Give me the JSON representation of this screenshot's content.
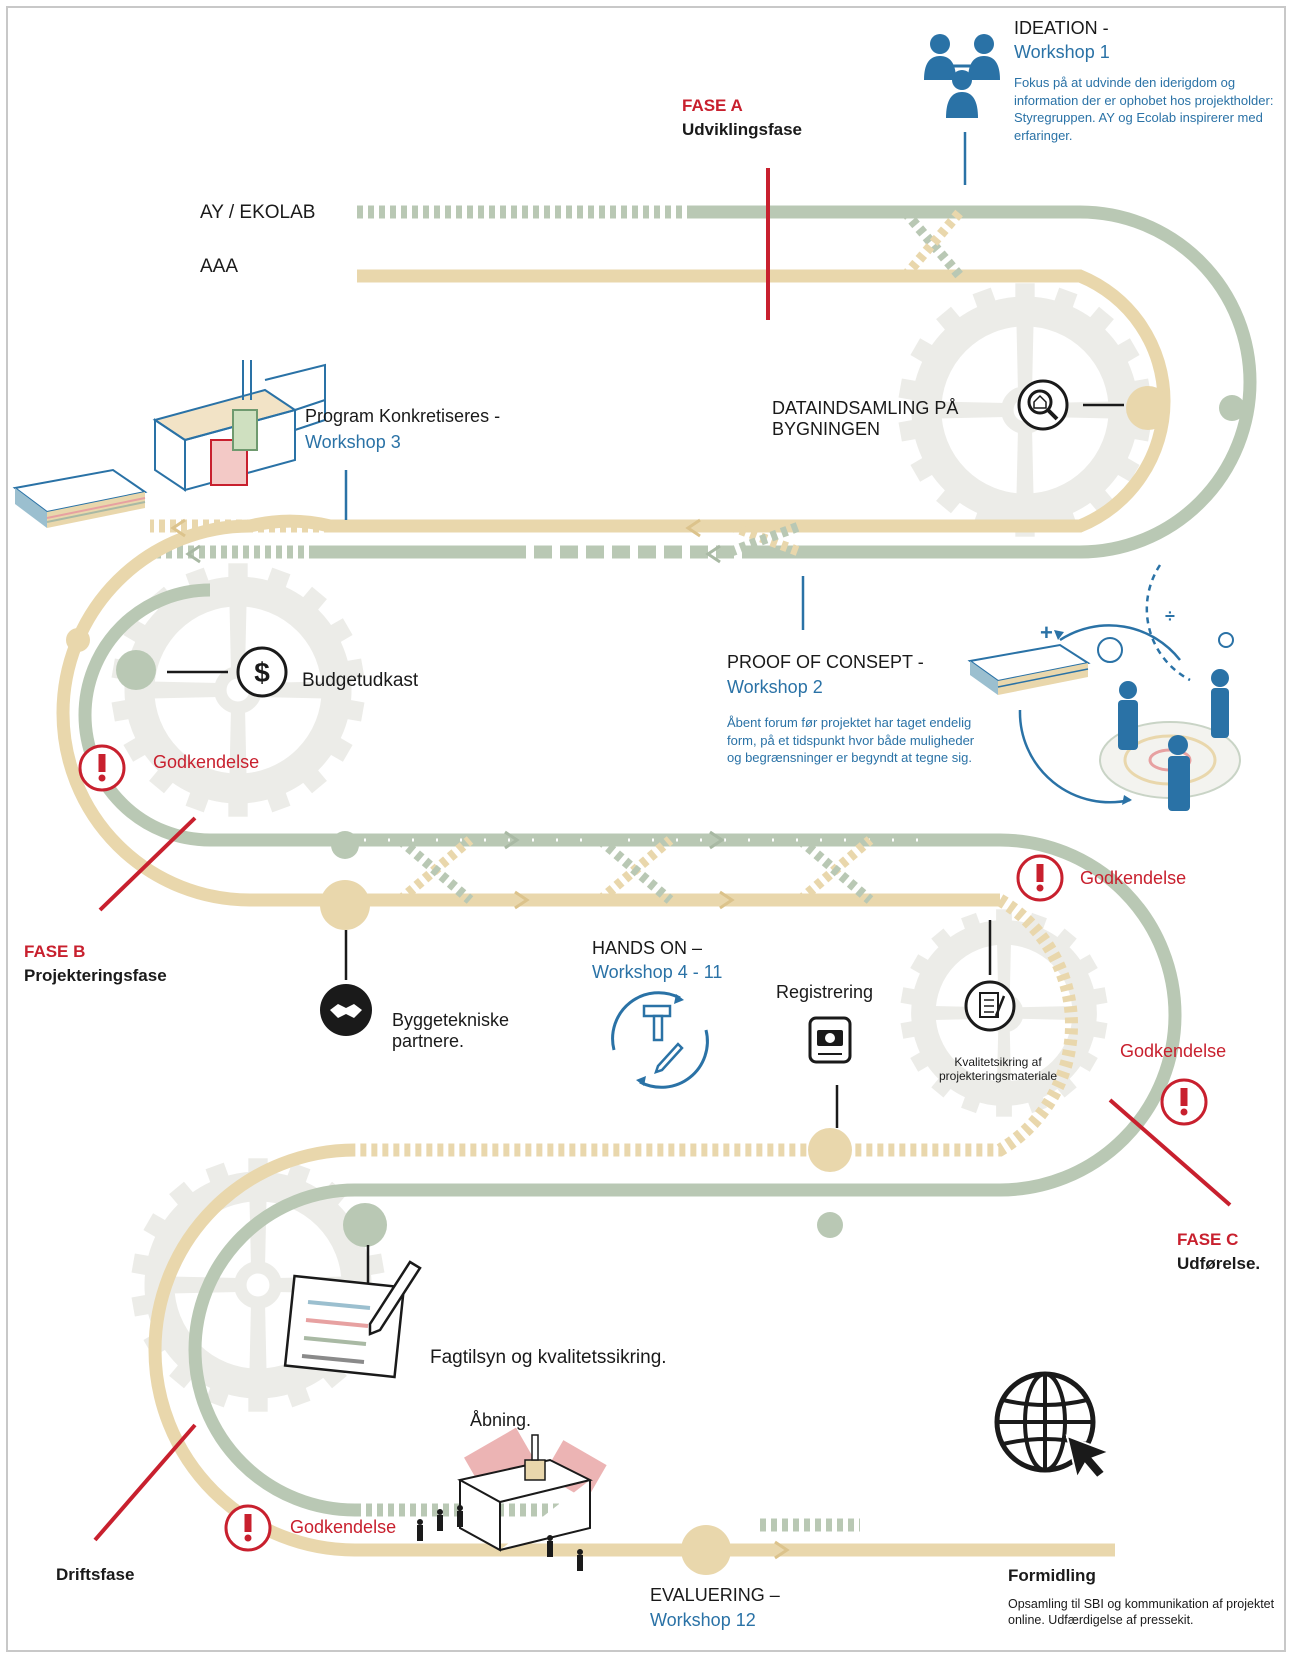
{
  "rows": {
    "ay_ekolab": "AY / EKOLAB",
    "aaa": "AAA"
  },
  "phases": {
    "a": {
      "code": "FASE A",
      "name": "Udviklingsfase"
    },
    "b": {
      "code": "FASE B",
      "name": "Projekteringsfase"
    },
    "c": {
      "code": "FASE C",
      "name": "Udførelse."
    },
    "d": {
      "name": "Driftsfase"
    }
  },
  "ideation": {
    "title": "IDEATION -",
    "workshop": "Workshop 1",
    "description": "Fokus på at udvinde den iderigdom og information der er ophobet hos projektholder: Styregruppen. AY og Ecolab inspirerer med erfaringer."
  },
  "data_collection": {
    "label": "DATAINDSAMLING PÅ BYGNINGEN"
  },
  "program": {
    "title": "Program Konkretiseres -",
    "workshop": "Workshop 3"
  },
  "proof": {
    "title": "PROOF OF CONSEPT -",
    "workshop": "Workshop 2",
    "description": "Åbent forum før projektet har taget endelig form, på et tidspunkt hvor både muligheder og begrænsninger er begyndt at tegne sig."
  },
  "budget": {
    "label": "Budgetudkast"
  },
  "approval": {
    "label_1": "Godkendelse",
    "label_2": "Godkendelse",
    "label_3": "Godkendelse",
    "label_4": "Godkendelse"
  },
  "hands_on": {
    "title": "HANDS ON –",
    "workshop": "Workshop 4 - 11"
  },
  "partners": {
    "label": "Byggetekniske partnere."
  },
  "registration": {
    "label": "Registrering"
  },
  "quality_assurance": {
    "label": "Kvalitetsikring af projekteringsmateriale"
  },
  "supervision": {
    "label": "Fagtilsyn og kvalitetssikring."
  },
  "opening": {
    "label": "Åbning."
  },
  "evaluation": {
    "title": "EVALUERING –",
    "workshop": "Workshop 12"
  },
  "dissemination": {
    "title": "Formidling",
    "description": "Opsamling til SBI og kommunikation af projektet online. Udfærdigelse af pressekit."
  },
  "colors": {
    "sage": "#b9c8b4",
    "sage_dark": "#a9b9a4",
    "sand": "#e9d7ac",
    "sand_dark": "#dcc38c",
    "gear": "#ecece8",
    "red": "#c8202e",
    "blue": "#2a72a6",
    "ink": "#1a1a1a"
  }
}
